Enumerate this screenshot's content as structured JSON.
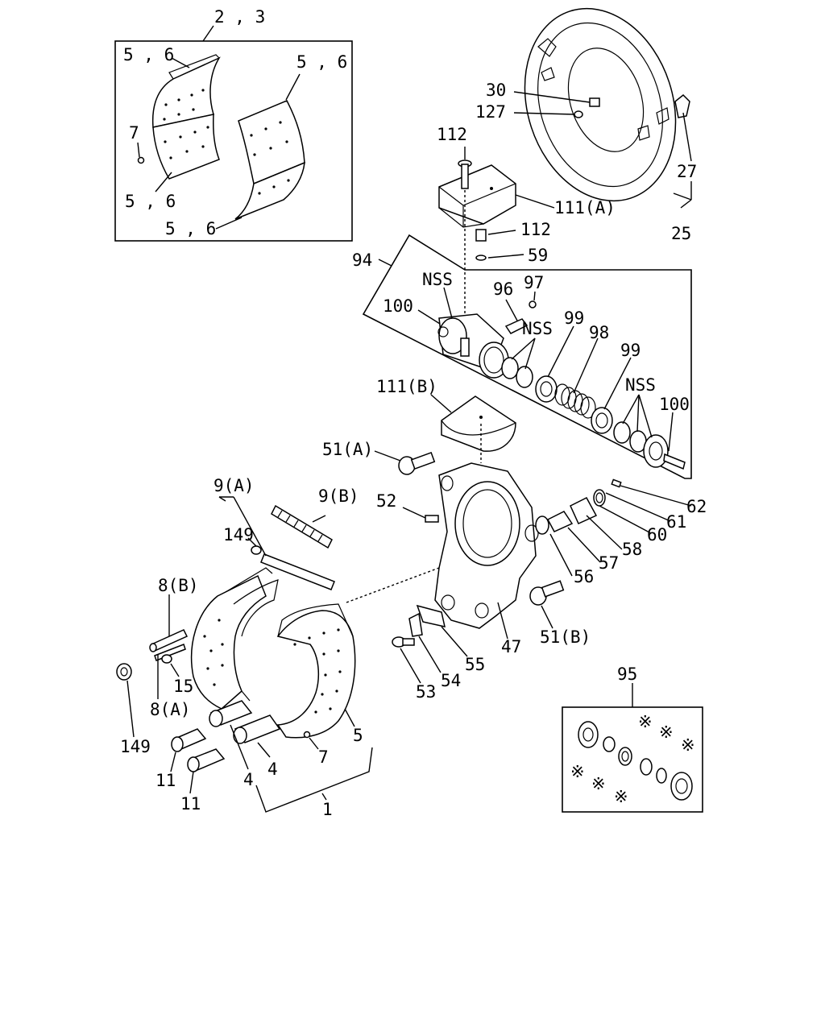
{
  "labels": {
    "l_2_3": "2 , 3",
    "l_56_tl": "5 , 6",
    "l_56_tr": "5 , 6",
    "l_7_inset": "7",
    "l_56_bl": "5 , 6",
    "l_56_b": "5 , 6",
    "l_30": "30",
    "l_127": "127",
    "l_112_top": "112",
    "l_111a": "111(A)",
    "l_27": "27",
    "l_25": "25",
    "l_112_mid": "112",
    "l_59": "59",
    "l_94": "94",
    "l_nss_1": "NSS",
    "l_96": "96",
    "l_97": "97",
    "l_100_left": "100",
    "l_nss_2": "NSS",
    "l_99_a": "99",
    "l_98": "98",
    "l_99_b": "99",
    "l_nss_3": "NSS",
    "l_100_right": "100",
    "l_111b": "111(B)",
    "l_51a": "51(A)",
    "l_52": "52",
    "l_62": "62",
    "l_61": "61",
    "l_60": "60",
    "l_58": "58",
    "l_57": "57",
    "l_56": "56",
    "l_9a": "9(A)",
    "l_9b": "9(B)",
    "l_149_top": "149",
    "l_8b": "8(B)",
    "l_51b": "51(B)",
    "l_47": "47",
    "l_55": "55",
    "l_54": "54",
    "l_53": "53",
    "l_15": "15",
    "l_8a": "8(A)",
    "l_149_bottom": "149",
    "l_5": "5",
    "l_7": "7",
    "l_4_a": "4",
    "l_4_b": "4",
    "l_11_a": "11",
    "l_11_b": "11",
    "l_1": "1",
    "l_95": "95",
    "star": "※"
  }
}
